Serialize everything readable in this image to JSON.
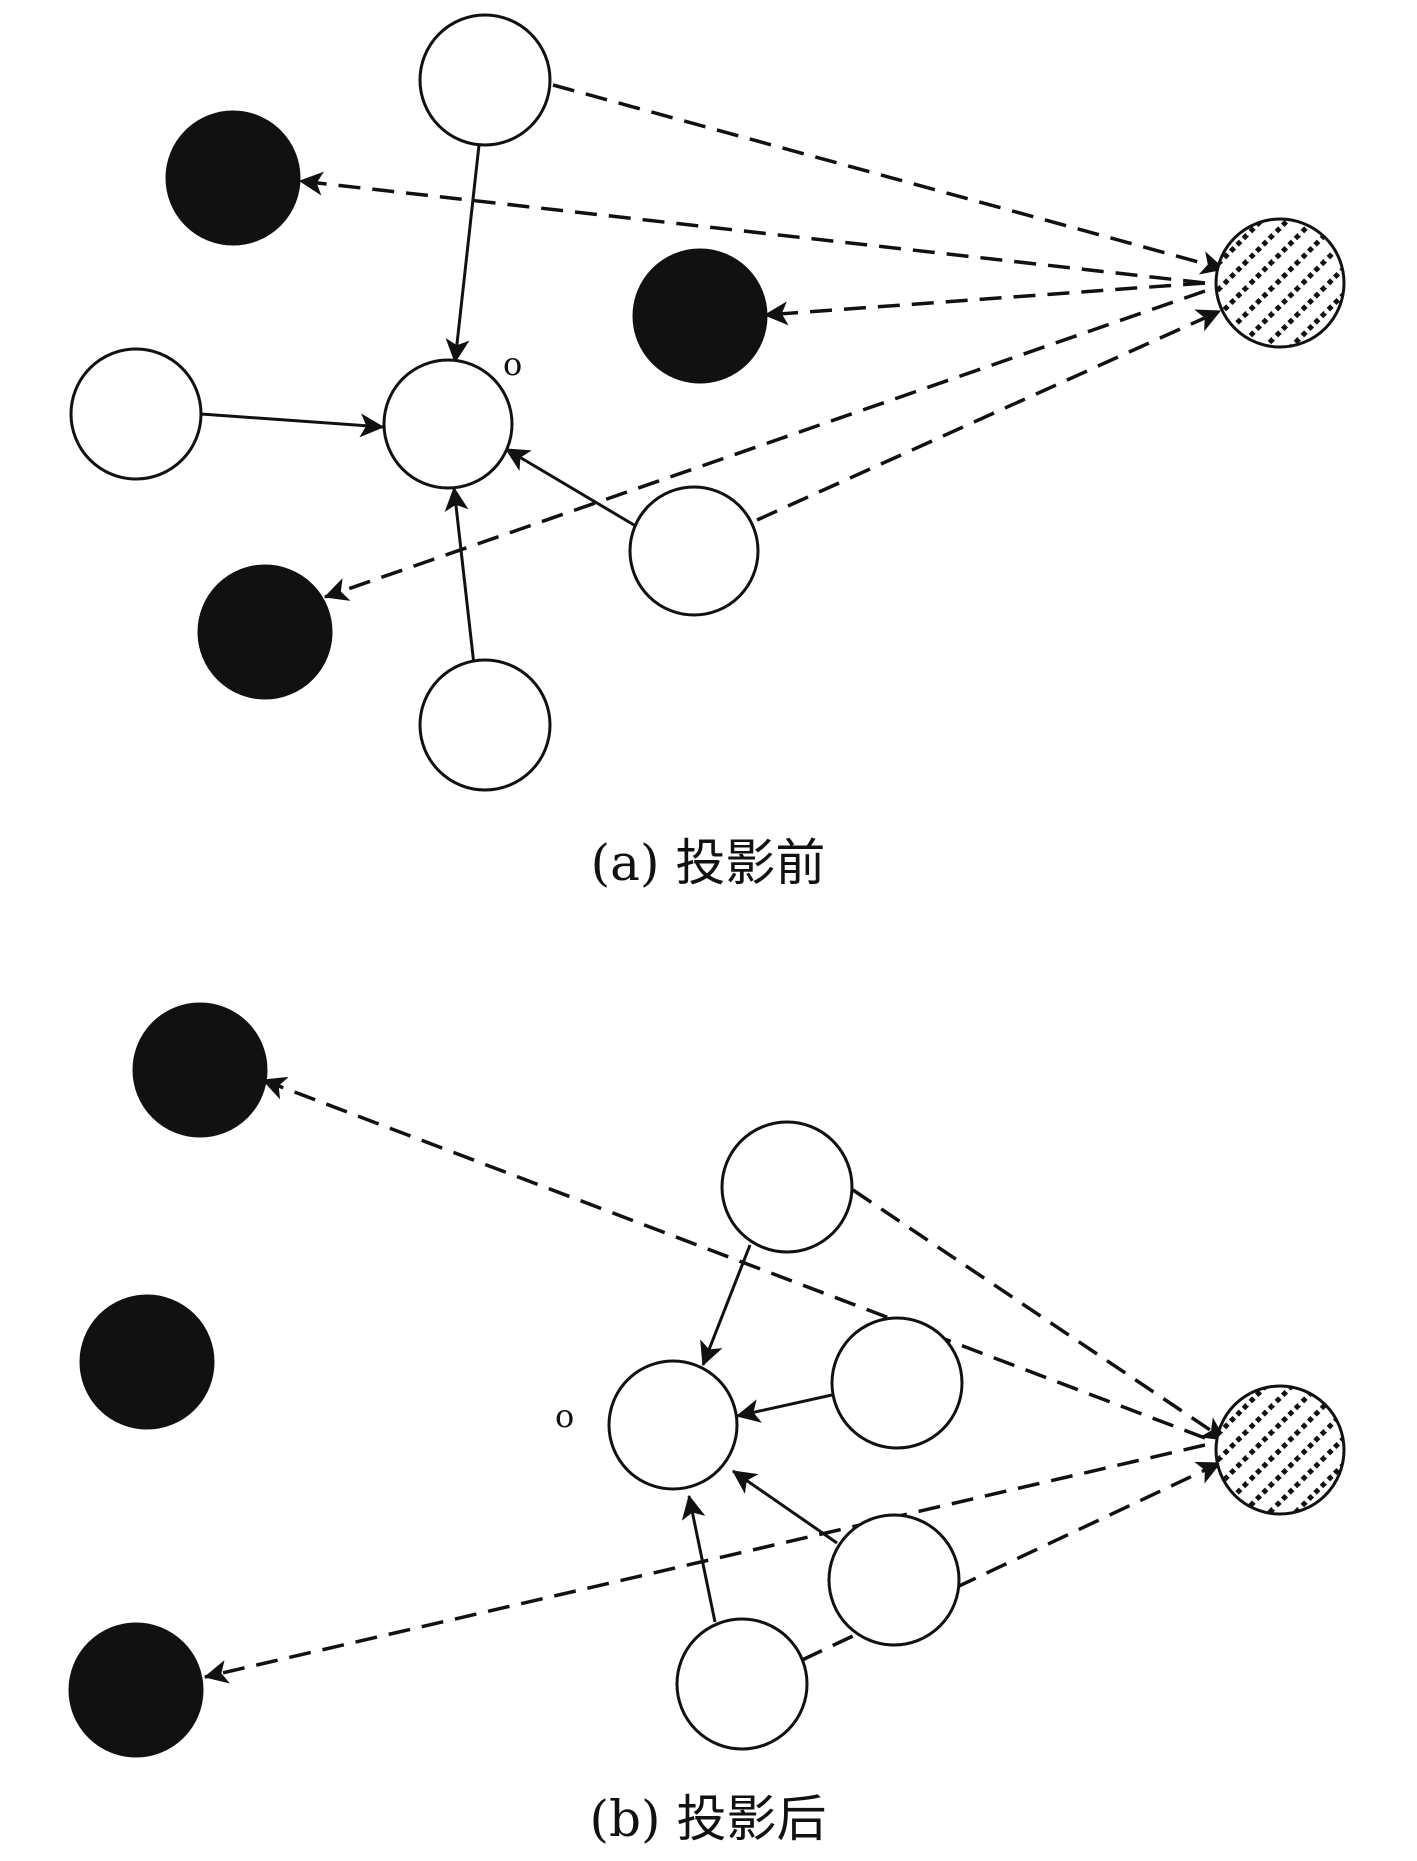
{
  "colors": {
    "stroke": "#111111",
    "node_fill_open": "#ffffff",
    "node_fill_solid": "#111111",
    "background": "#ffffff"
  },
  "panels": [
    {
      "id": "a",
      "caption": "(a) 投影前",
      "center_label": "o"
    },
    {
      "id": "b",
      "caption": "(b) 投影后",
      "center_label": "o"
    }
  ]
}
